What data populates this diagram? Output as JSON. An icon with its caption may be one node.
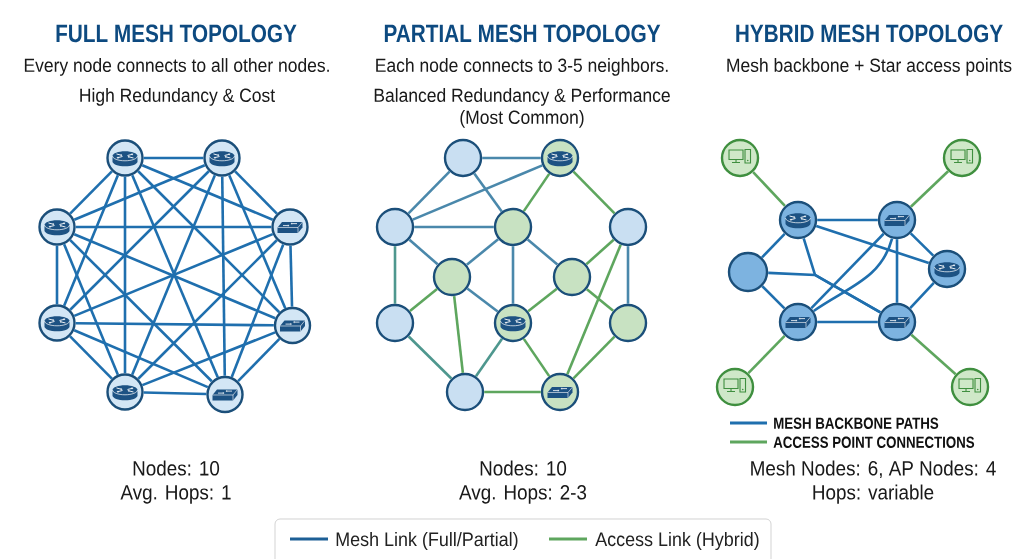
{
  "diagram": {
    "nodes": [
      {
        "text": [],
        "shape": "circle"
      },
      {
        "text": [],
        "shape": "circle"
      },
      {
        "text": [],
        "shape": "circle"
      },
      {
        "text": [],
        "shape": "circle"
      },
      {
        "text": [],
        "shape": "circle"
      },
      {
        "text": [],
        "shape": "circle"
      },
      {
        "text": [],
        "shape": "circle"
      },
      {
        "text": [],
        "shape": "circle"
      },
      {
        "text": [],
        "shape": "circle"
      },
      {
        "text": [],
        "shape": "circle"
      },
      {
        "text": [],
        "shape": "circle"
      },
      {
        "text": [],
        "shape": "circle"
      },
      {
        "text": [],
        "shape": "circle"
      },
      {
        "text": [],
        "shape": "circle"
      },
      {
        "text": [],
        "shape": "circle"
      },
      {
        "text": [],
        "shape": "circle"
      },
      {
        "text": [],
        "shape": "circle"
      },
      {
        "text": [],
        "shape": "circle"
      },
      {
        "text": [],
        "shape": "circle"
      },
      {
        "text": [],
        "shape": "circle"
      },
      {
        "text": [],
        "shape": "circle"
      },
      {
        "text": [],
        "shape": "circle"
      },
      {
        "text": [],
        "shape": "circle"
      },
      {
        "text": [],
        "shape": "circle"
      },
      {
        "text": [],
        "shape": "circle"
      },
      {
        "text": [],
        "shape": "circle"
      },
      {
        "text": [],
        "shape": "circle"
      },
      {
        "text": [],
        "shape": "circle"
      },
      {
        "text": [],
        "shape": "circle"
      },
      {
        "text": [],
        "shape": "circle"
      }
    ],
    "edges": [
      {
        "from": 0,
        "to": 1,
        "arrow": "none"
      },
      {
        "from": 0,
        "to": 2,
        "arrow": "none"
      },
      {
        "from": 0,
        "to": 3,
        "arrow": "none"
      },
      {
        "from": 0,
        "to": 4,
        "arrow": "none"
      },
      {
        "from": 0,
        "to": 5,
        "arrow": "none"
      },
      {
        "from": 0,
        "to": 6,
        "arrow": "none"
      },
      {
        "from": 0,
        "to": 7,
        "arrow": "none"
      },
      {
        "from": 1,
        "to": 2,
        "arrow": "none"
      },
      {
        "from": 1,
        "to": 3,
        "arrow": "none"
      },
      {
        "from": 1,
        "to": 4,
        "arrow": "none"
      },
      {
        "from": 1,
        "to": 5,
        "arrow": "none"
      },
      {
        "from": 1,
        "to": 6,
        "arrow": "none"
      },
      {
        "from": 1,
        "to": 7,
        "arrow": "none"
      },
      {
        "from": 2,
        "to": 3,
        "arrow": "none"
      },
      {
        "from": 2,
        "to": 4,
        "arrow": "none"
      },
      {
        "from": 2,
        "to": 5,
        "arrow": "none"
      },
      {
        "from": 2,
        "to": 6,
        "arrow": "none"
      },
      {
        "from": 2,
        "to": 7,
        "arrow": "none"
      },
      {
        "from": 3,
        "to": 4,
        "arrow": "none"
      },
      {
        "from": 3,
        "to": 5,
        "arrow": "none"
      },
      {
        "from": 3,
        "to": 6,
        "arrow": "none"
      },
      {
        "from": 3,
        "to": 7,
        "arrow": "none"
      },
      {
        "from": 4,
        "to": 5,
        "arrow": "none"
      },
      {
        "from": 4,
        "to": 6,
        "arrow": "none"
      },
      {
        "from": 4,
        "to": 7,
        "arrow": "none"
      },
      {
        "from": 5,
        "to": 6,
        "arrow": "none"
      },
      {
        "from": 5,
        "to": 7,
        "arrow": "none"
      },
      {
        "from": 6,
        "to": 7,
        "arrow": "none"
      },
      {
        "from": 8,
        "to": 9,
        "arrow": "none",
        "color": "#4a88ab"
      },
      {
        "from": 8,
        "to": 10,
        "arrow": "none",
        "color": "#4a88ab"
      },
      {
        "from": 8,
        "to": 11,
        "arrow": "none",
        "color": "#4a88ab"
      },
      {
        "from": 9,
        "to": 10,
        "arrow": "none",
        "color": "#4a88ab"
      },
      {
        "from": 9,
        "to": 11,
        "arrow": "none",
        "color": "#5ea65e"
      },
      {
        "from": 9,
        "to": 12,
        "arrow": "none",
        "color": "#5ea65e"
      },
      {
        "from": 10,
        "to": 11,
        "arrow": "none",
        "color": "#4a88ab"
      },
      {
        "from": 10,
        "to": 13,
        "arrow": "none",
        "color": "#4a88ab"
      },
      {
        "from": 10,
        "to": 15,
        "arrow": "none",
        "color": "#4e978e"
      },
      {
        "from": 11,
        "to": 13,
        "arrow": "none",
        "color": "#4a88ab"
      },
      {
        "from": 11,
        "to": 14,
        "arrow": "none",
        "color": "#4a88ab"
      },
      {
        "from": 11,
        "to": 16,
        "arrow": "none",
        "color": "#4a88ab"
      },
      {
        "from": 12,
        "to": 14,
        "arrow": "none",
        "color": "#5ea65e"
      },
      {
        "from": 12,
        "to": 17,
        "arrow": "none",
        "color": "#4a88ab"
      },
      {
        "from": 12,
        "to": 19,
        "arrow": "none",
        "color": "#5ea65e"
      },
      {
        "from": 13,
        "to": 15,
        "arrow": "none",
        "color": "#5ea65e"
      },
      {
        "from": 13,
        "to": 16,
        "arrow": "none",
        "color": "#4a88ab"
      },
      {
        "from": 13,
        "to": 18,
        "arrow": "none",
        "color": "#5ea65e"
      },
      {
        "from": 14,
        "to": 16,
        "arrow": "none",
        "color": "#5ea65e"
      },
      {
        "from": 14,
        "to": 17,
        "arrow": "none",
        "color": "#5ea65e"
      },
      {
        "from": 15,
        "to": 18,
        "arrow": "none",
        "color": "#4e978e"
      },
      {
        "from": 16,
        "to": 18,
        "arrow": "none",
        "color": "#4e978e"
      },
      {
        "from": 16,
        "to": 19,
        "arrow": "none",
        "color": "#5ea65e"
      },
      {
        "from": 17,
        "to": 19,
        "arrow": "none",
        "color": "#5ea65e"
      },
      {
        "from": 18,
        "to": 19,
        "arrow": "none",
        "color": "#5ea65e"
      },
      {
        "from": 20,
        "to": 22,
        "arrow": "none",
        "color": "#5ea65e"
      },
      {
        "from": 21,
        "to": 23,
        "arrow": "none",
        "color": "#5ea65e"
      },
      {
        "from": 22,
        "to": 23,
        "arrow": "none"
      },
      {
        "from": 22,
        "to": 24,
        "arrow": "none"
      },
      {
        "from": 22,
        "to": 25,
        "arrow": "none"
      },
      {
        "from": 22,
        "to": 27,
        "arrow": "none"
      },
      {
        "from": 24,
        "to": 27,
        "arrow": "none"
      },
      {
        "from": 23,
        "to": 26,
        "arrow": "none"
      },
      {
        "from": 23,
        "to": 26,
        "arrow": "none"
      },
      {
        "from": 23,
        "to": 27,
        "arrow": "none"
      },
      {
        "from": 23,
        "to": 25,
        "arrow": "none"
      },
      {
        "from": 24,
        "to": 26,
        "arrow": "none"
      },
      {
        "from": 25,
        "to": 27,
        "arrow": "none"
      },
      {
        "from": 26,
        "to": 27,
        "arrow": "none"
      },
      {
        "from": 26,
        "to": 28,
        "arrow": "none",
        "color": "#5ea65e"
      },
      {
        "from": 27,
        "to": 29,
        "arrow": "none",
        "color": "#5ea65e"
      }
    ],
    "labels": [
      "FULL MESH TOPOLOGY",
      "Every node connects to all other nodes.",
      "High Redundancy & Cost",
      "PARTIAL MESH TOPOLOGY",
      "Each node connects to 3-5 neighbors.",
      "Balanced Redundancy & Performance (Most Common)",
      "HYBRID MESH TOPOLOGY",
      "Mesh backbone + Star access points",
      "Nodes: 10",
      "Avg. Hops: 1",
      "Nodes: 10",
      "Avg. Hops: 2-3",
      "Mesh Nodes: 6, AP Nodes: 4",
      "Hops: variable"
    ],
    "legend": [
      {
        "text": "MESH BACKBONE PATHS"
      },
      {
        "text": "ACCESS POINT CONNECTIONS"
      },
      {
        "text": "Mesh Link (Full/Partial)"
      },
      {
        "text": "Access Link (Hybrid)"
      }
    ]
  }
}
